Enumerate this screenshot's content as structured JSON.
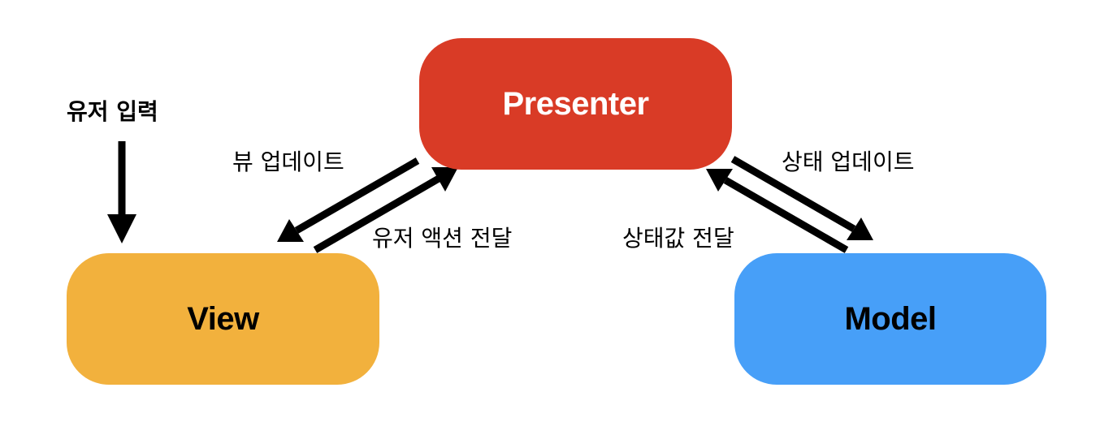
{
  "nodes": {
    "presenter": {
      "label": "Presenter",
      "fill": "#d93b26",
      "text_color": "#ffffff"
    },
    "view": {
      "label": "View",
      "fill": "#f2b13d",
      "text_color": "#000000"
    },
    "model": {
      "label": "Model",
      "fill": "#479ff8",
      "text_color": "#000000"
    }
  },
  "edges": {
    "user_input": {
      "label": "유저 입력"
    },
    "view_update": {
      "label": "뷰 업데이트",
      "from": "Presenter",
      "to": "View"
    },
    "user_action": {
      "label": "유저 액션 전달",
      "from": "View",
      "to": "Presenter"
    },
    "state_update": {
      "label": "상태 업데이트",
      "from": "Presenter",
      "to": "Model"
    },
    "state_value": {
      "label": "상태값 전달",
      "from": "Model",
      "to": "Presenter"
    }
  },
  "colors": {
    "arrow": "#000000",
    "background": "#ffffff"
  }
}
